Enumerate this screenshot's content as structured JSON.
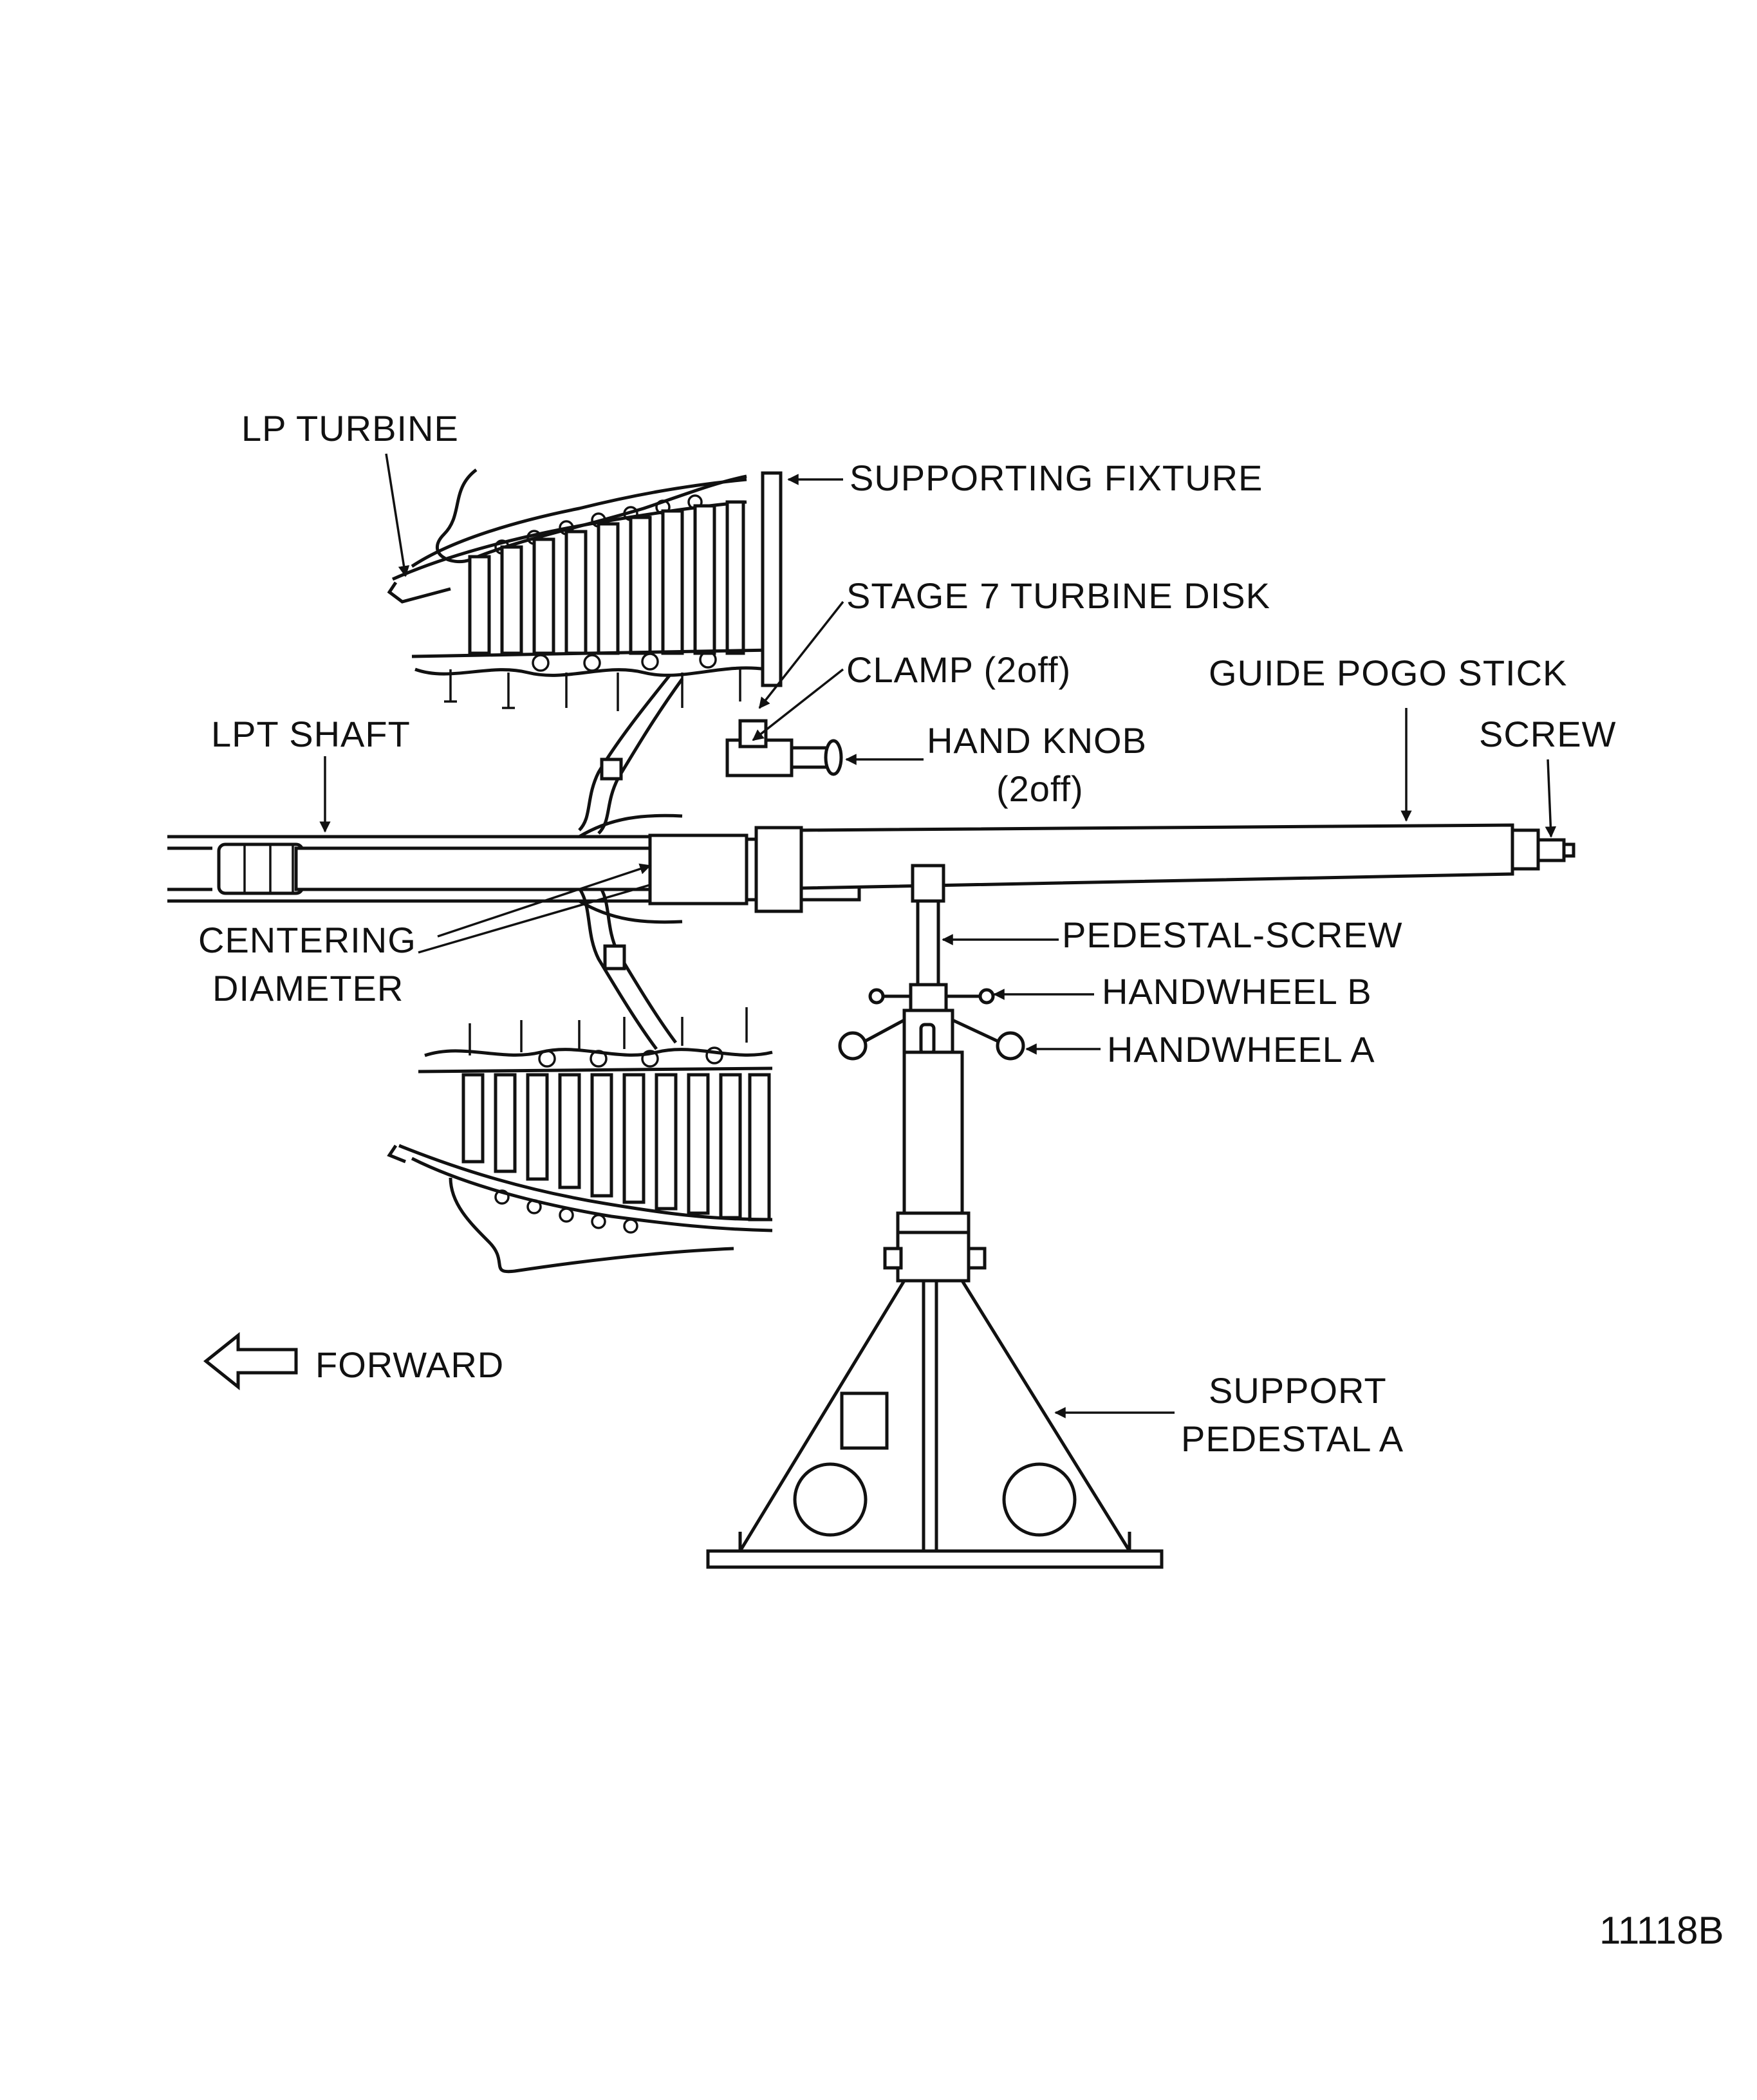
{
  "labels": {
    "lp_turbine": "LP TURBINE",
    "supporting_fixture": "SUPPORTING FIXTURE",
    "stage7_disk": "STAGE 7 TURBINE DISK",
    "clamp": "CLAMP (2off)",
    "guide_pogo_stick": "GUIDE POGO STICK",
    "lpt_shaft": "LPT SHAFT",
    "hand_knob_line1": "HAND KNOB",
    "hand_knob_line2": "(2off)",
    "screw": "SCREW",
    "centering_line1": "CENTERING",
    "centering_line2": "DIAMETER",
    "pedestal_screw": "PEDESTAL-SCREW",
    "handwheel_b": "HANDWHEEL B",
    "handwheel_a": "HANDWHEEL A",
    "forward": "FORWARD",
    "support_line1": "SUPPORT",
    "support_line2": "PEDESTAL A"
  },
  "figure_id": "11118B",
  "icons": {
    "forward_arrow": "left-arrow-outline-icon"
  }
}
